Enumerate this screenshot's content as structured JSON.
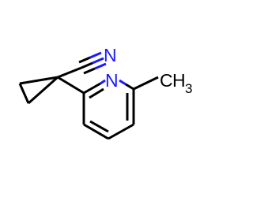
{
  "molecule": {
    "atoms": {
      "nitrile_n": "N",
      "ring_n": "N",
      "methyl_c": "C",
      "methyl_h": "H",
      "methyl_h_count": "3"
    },
    "colors": {
      "bond": "#000000",
      "nitrogen": "#1a1aff",
      "carbon": "#000000",
      "background": "#ffffff"
    }
  }
}
